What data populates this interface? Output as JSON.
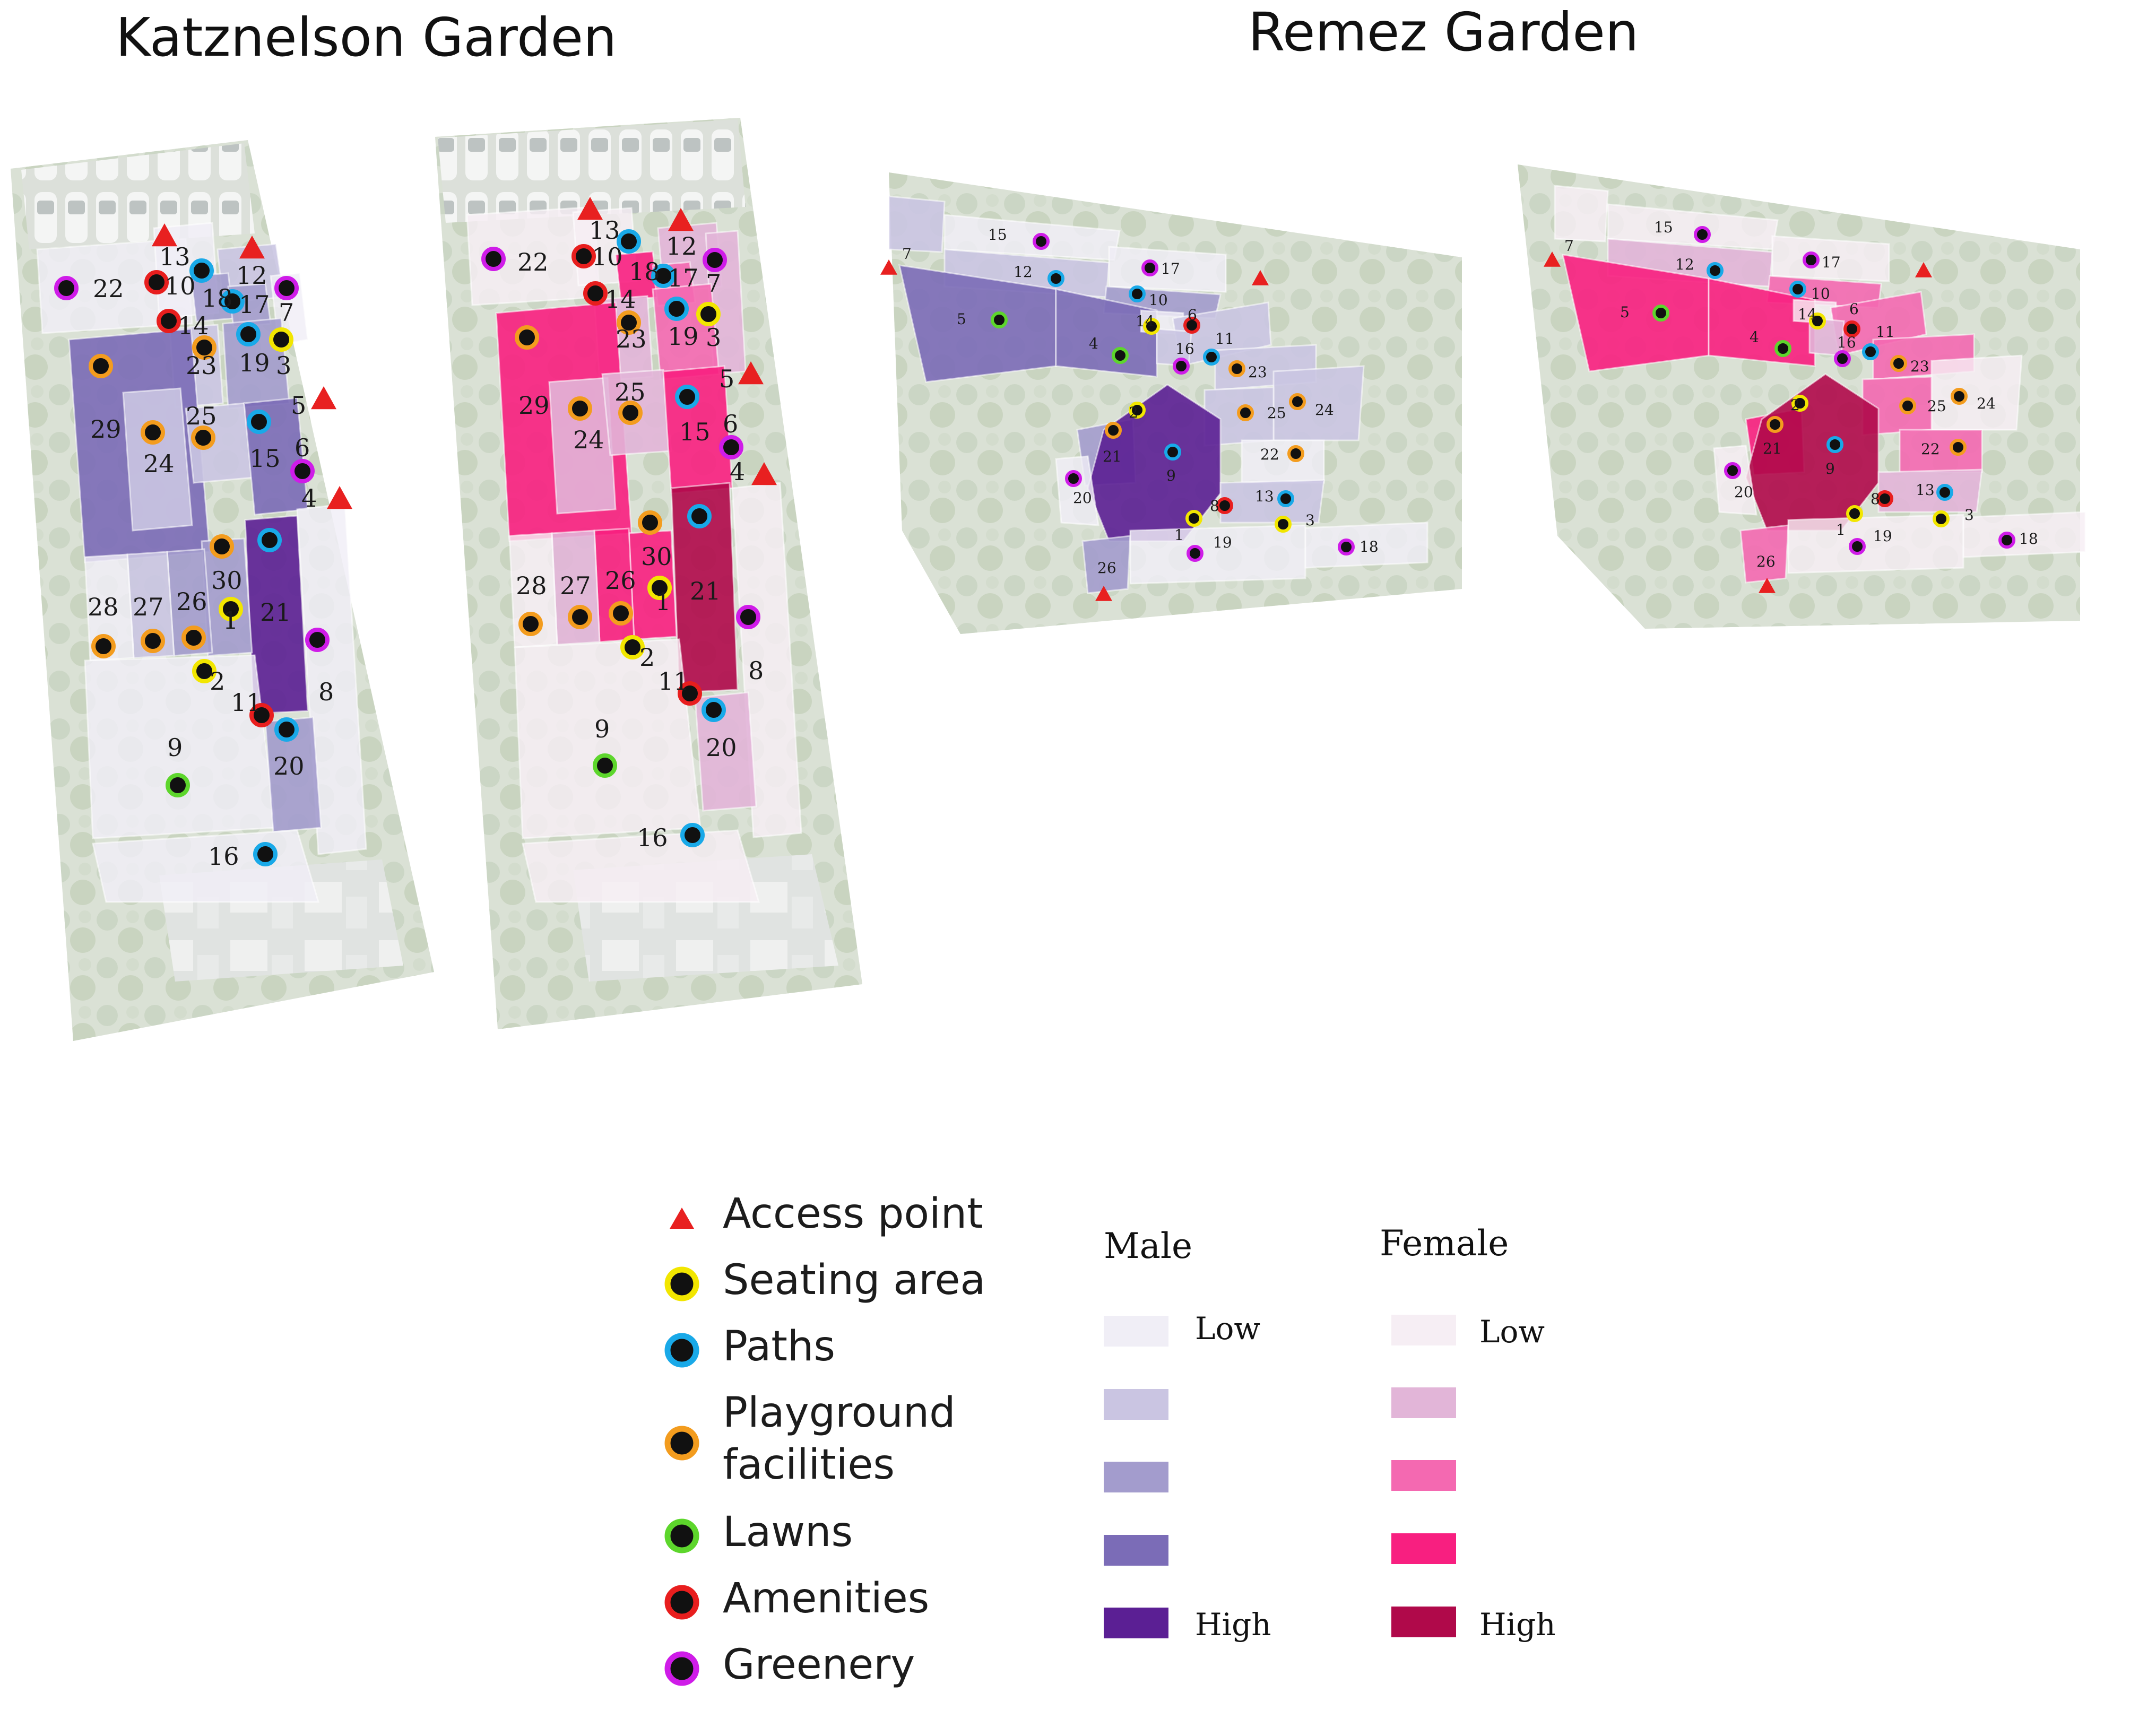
{
  "titles": {
    "katznelson": "Katznelson Garden",
    "remez": "Remez Garden"
  },
  "legend": {
    "items": [
      {
        "key": "access",
        "label": "Access point",
        "icon": "triangle-icon",
        "color": "#e82020"
      },
      {
        "key": "seating",
        "label": "Seating area",
        "icon": "seating-marker-icon",
        "color": "#f2e600"
      },
      {
        "key": "paths",
        "label": "Paths",
        "icon": "paths-marker-icon",
        "color": "#19a9e8"
      },
      {
        "key": "playground",
        "label": "Playground facilities",
        "icon": "playground-marker-icon",
        "color": "#f39c1e"
      },
      {
        "key": "lawns",
        "label": "Lawns",
        "icon": "lawns-marker-icon",
        "color": "#5dd62c"
      },
      {
        "key": "amenities",
        "label": "Amenities",
        "icon": "amenities-marker-icon",
        "color": "#e81e1e"
      },
      {
        "key": "greenery",
        "label": "Greenery",
        "icon": "greenery-marker-icon",
        "color": "#cf1ce8"
      }
    ]
  },
  "scales": {
    "male": {
      "heading": "Male",
      "low": "Low",
      "high": "High",
      "colors": [
        "#f0eef6",
        "#cac5e2",
        "#a39ccd",
        "#7b6cb7",
        "#5b1f94"
      ]
    },
    "female": {
      "heading": "Female",
      "low": "Low",
      "high": "High",
      "colors": [
        "#f6eef4",
        "#e2b5d8",
        "#f469b1",
        "#f81f80",
        "#b0094a"
      ]
    }
  },
  "maps": {
    "katznelson": {
      "labels": [
        "1",
        "2",
        "3",
        "4",
        "5",
        "6",
        "7",
        "8",
        "9",
        "10",
        "11",
        "12",
        "13",
        "14",
        "15",
        "16",
        "17",
        "18",
        "19",
        "20",
        "21",
        "22",
        "23",
        "24",
        "25",
        "26",
        "27",
        "28",
        "29",
        "30"
      ],
      "male_levels": {
        "29": 3,
        "24": 1,
        "23": 1,
        "25": 1,
        "18": 2,
        "17": 2,
        "19": 2,
        "15": 3,
        "12": 1,
        "21": 4,
        "20": 2,
        "27": 1,
        "26": 2,
        "30": 2,
        "28": 0,
        "22": 0,
        "9": 0,
        "16": 0,
        "8": 0,
        "13": 0,
        "7": 0
      },
      "female_levels": {
        "29": 3,
        "24": 1,
        "23": 1,
        "25": 1,
        "18": 3,
        "17": 2,
        "19": 2,
        "15": 3,
        "12": 1,
        "21": 4,
        "20": 1,
        "27": 1,
        "26": 3,
        "30": 3,
        "28": 0,
        "22": 0,
        "9": 0,
        "16": 0,
        "8": 0,
        "13": 0,
        "7": 1
      }
    },
    "remez": {
      "labels": [
        "1",
        "2",
        "3",
        "4",
        "5",
        "6",
        "7",
        "8",
        "9",
        "10",
        "11",
        "12",
        "13",
        "14",
        "15",
        "16",
        "17",
        "18",
        "19",
        "20",
        "21",
        "22",
        "23",
        "24",
        "25",
        "26"
      ],
      "male_levels": {
        "5": 3,
        "4": 3,
        "12": 1,
        "10": 2,
        "7": 1,
        "15": 0,
        "17": 0,
        "9": 4,
        "21": 2,
        "26": 2,
        "11": 1,
        "23": 1,
        "24": 1,
        "25": 1,
        "22": 0,
        "13": 1,
        "3": 0,
        "18": 0,
        "19": 0,
        "20": 0,
        "16": 1,
        "14": 0
      },
      "female_levels": {
        "5": 3,
        "4": 3,
        "12": 1,
        "10": 2,
        "7": 0,
        "15": 0,
        "17": 0,
        "9": 4,
        "21": 3,
        "26": 2,
        "11": 2,
        "23": 2,
        "24": 0,
        "25": 2,
        "22": 2,
        "13": 1,
        "3": 0,
        "18": 0,
        "19": 0,
        "20": 0,
        "16": 1,
        "14": 0
      }
    }
  }
}
